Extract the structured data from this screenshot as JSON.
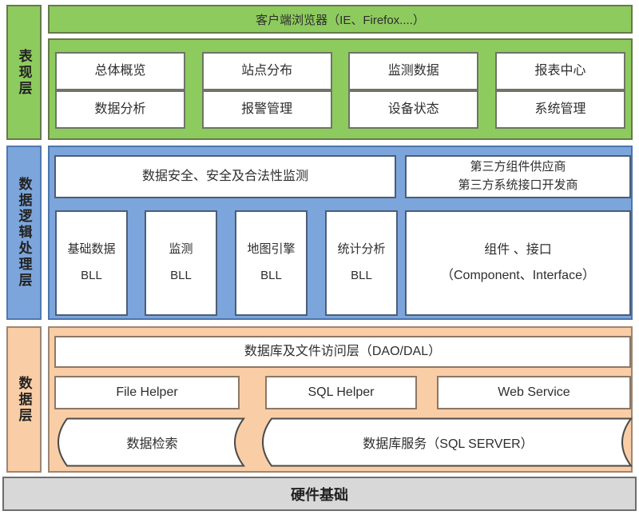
{
  "layers": {
    "presentation": {
      "sidebar_label": "表现层",
      "browser_bar": "客户端浏览器（IE、Firefox....）",
      "modules": [
        "总体概览",
        "站点分布",
        "监测数据",
        "报表中心",
        "数据分析",
        "报警管理",
        "设备状态",
        "系统管理"
      ]
    },
    "business": {
      "sidebar_label": "数据逻辑处理层",
      "security_bar": "数据安全、安全及合法性监测",
      "third_party": {
        "line1": "第三方组件供应商",
        "line2": "第三方系统接口开发商"
      },
      "bll": [
        {
          "line1": "基础数据",
          "line2": "BLL"
        },
        {
          "line1": "监测",
          "line2": "BLL"
        },
        {
          "line1": "地图引擎",
          "line2": "BLL"
        },
        {
          "line1": "统计分析",
          "line2": "BLL"
        }
      ],
      "component_box": {
        "line1": "组件 、接口",
        "line2": "（Component、Interface）"
      }
    },
    "data": {
      "sidebar_label": "数据层",
      "dao_bar": "数据库及文件访问层（DAO/DAL）",
      "helpers": [
        "File Helper",
        "SQL Helper",
        "Web Service"
      ],
      "stores": [
        "数据检索",
        "数据库服务（SQL SERVER）"
      ]
    },
    "hardware": {
      "label": "硬件基础"
    }
  },
  "colors": {
    "green_fill": "#8ECB5E",
    "green_border": "#66794a",
    "blue_fill": "#7CA5DB",
    "blue_border": "#4c76ac",
    "orange_fill": "#F9CDA6",
    "orange_border": "#9b8673",
    "gray_fill": "#D8D8D8",
    "box_white": "#ffffff",
    "text": "#2e2e2e"
  }
}
